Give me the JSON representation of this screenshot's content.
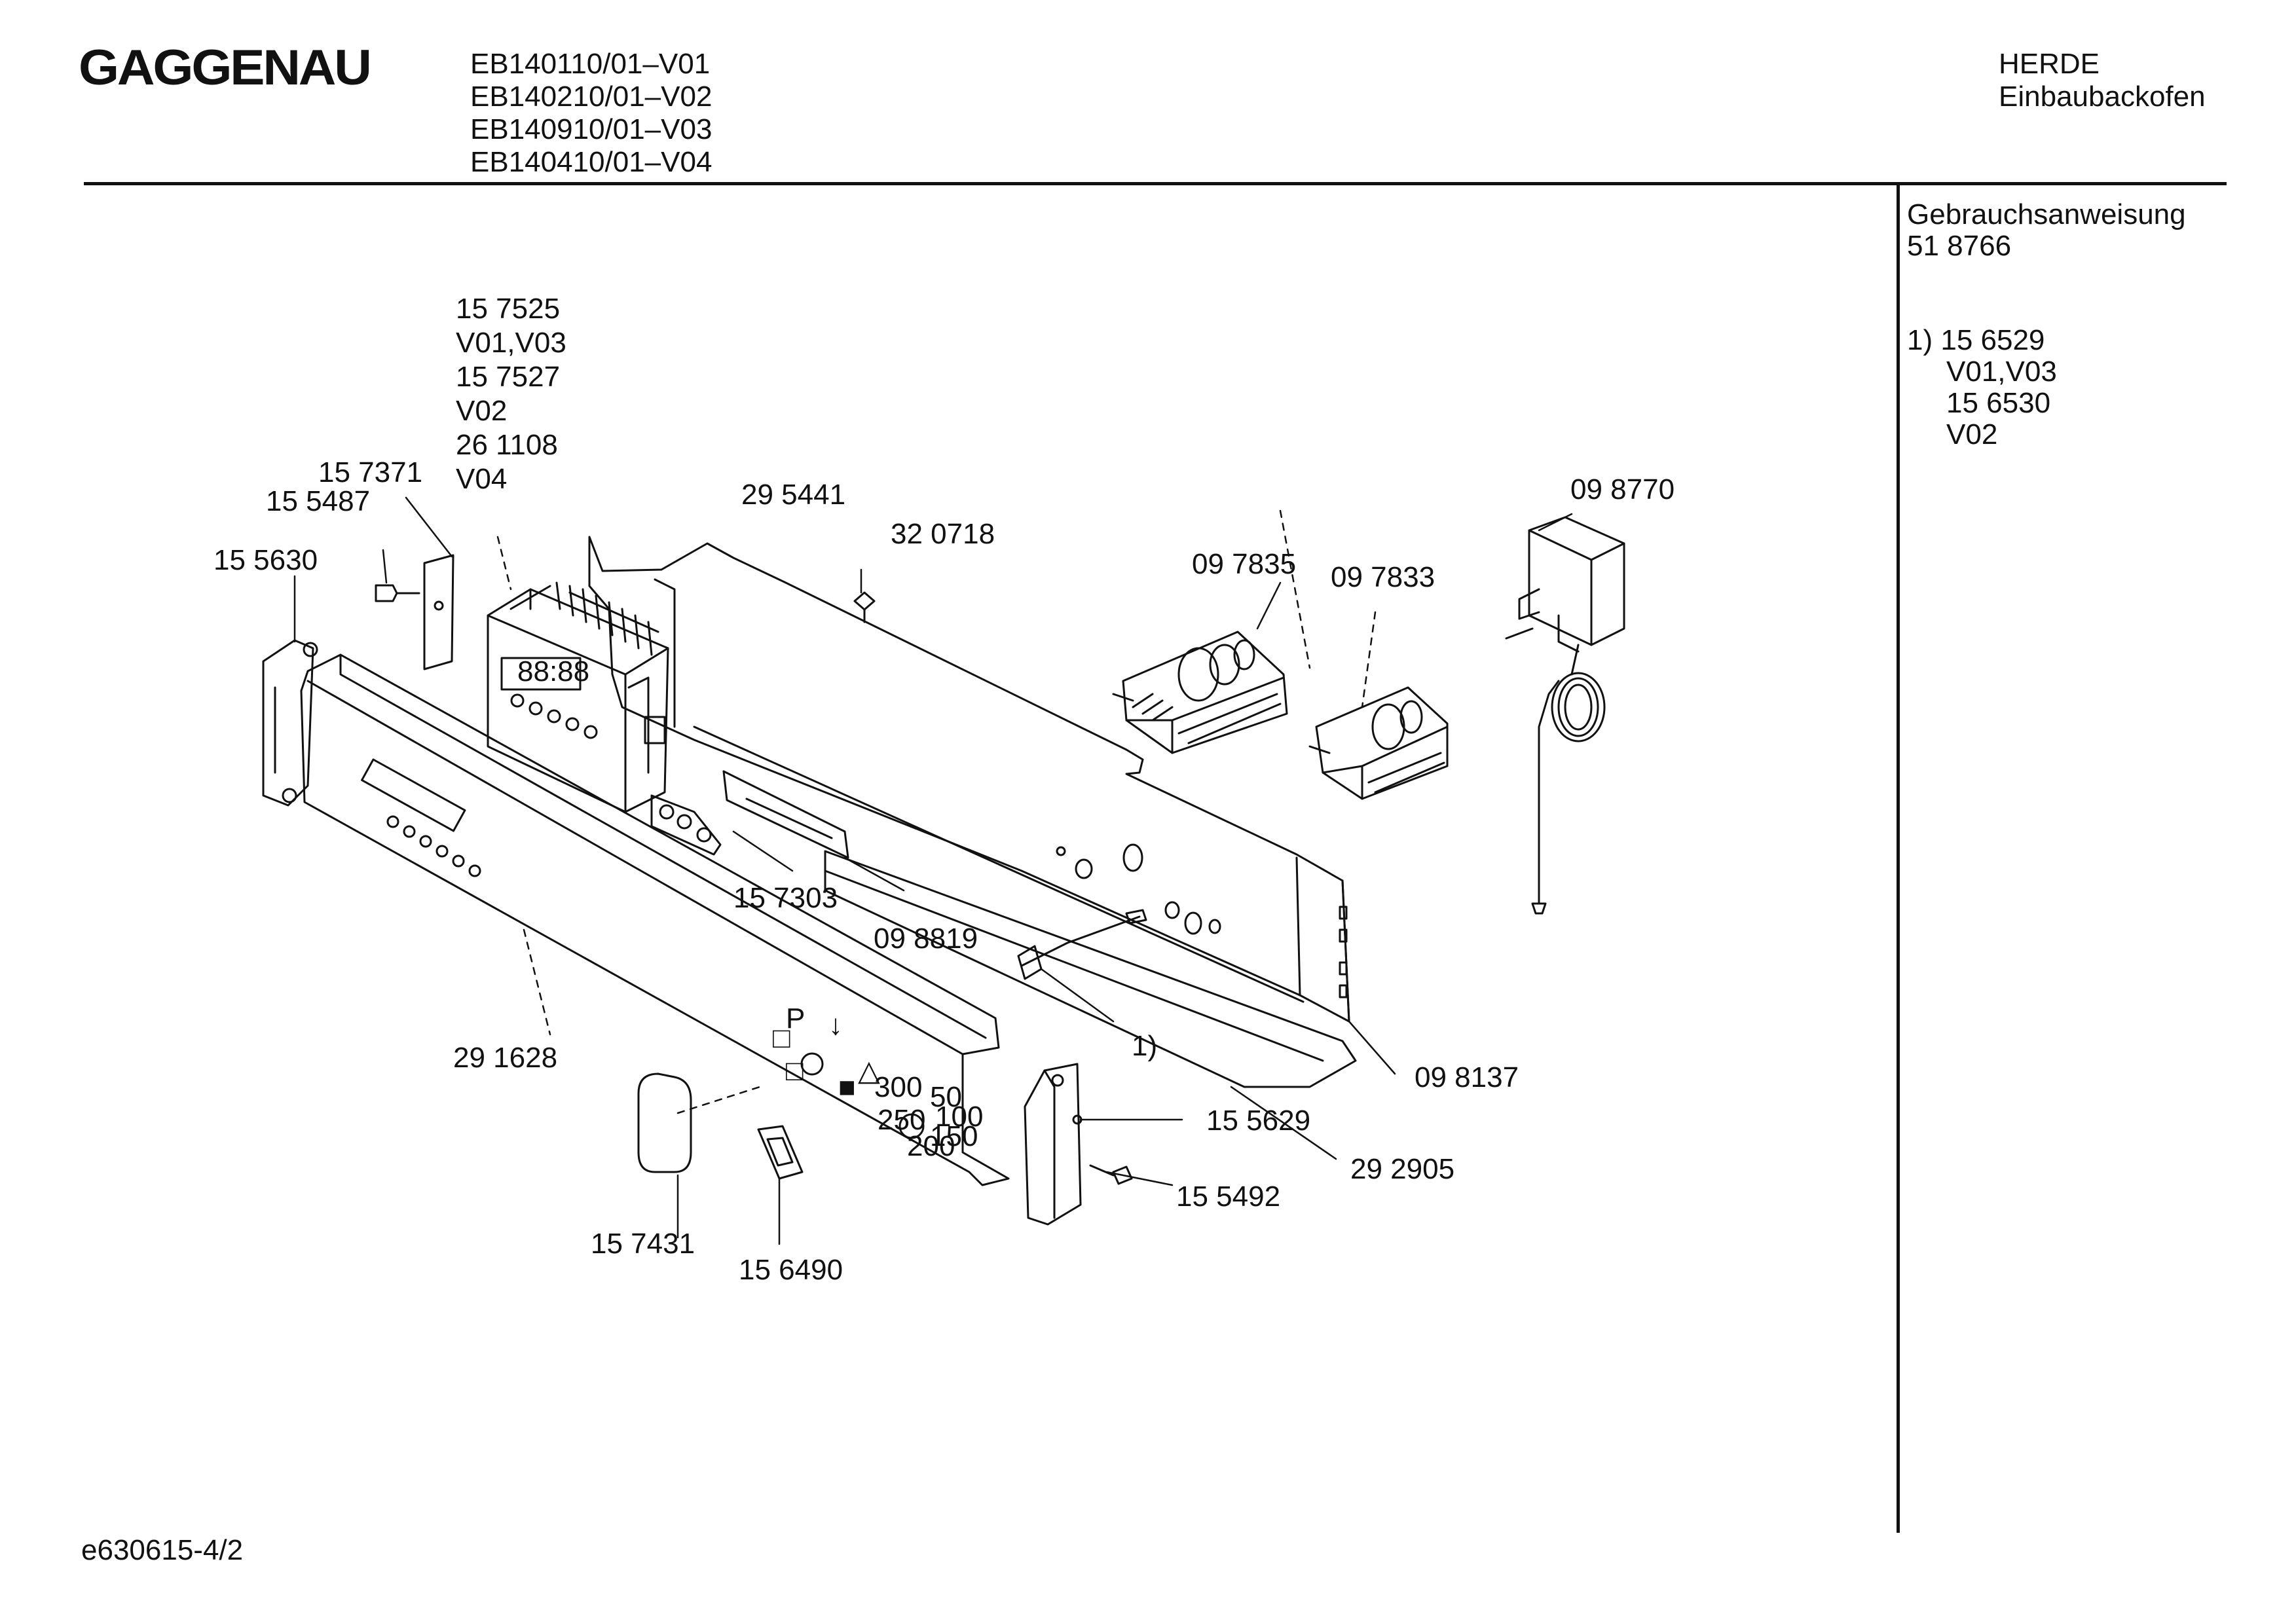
{
  "header": {
    "brand": "GAGGENAU",
    "models": [
      "EB140110/01–V01",
      "EB140210/01–V02",
      "EB140910/01–V03",
      "EB140410/01–V04"
    ],
    "category": "HERDE",
    "subcategory": "Einbaubackofen"
  },
  "sidebar": {
    "manual_label": "Gebrauchsanweisung",
    "manual_number": "51 8766",
    "notes": [
      "1)  15 6529",
      "V01,V03",
      "15 6530",
      "V02"
    ]
  },
  "diagram": {
    "labels": {
      "p157525": "15 7525",
      "v01v03": "V01,V03",
      "p157527": "15 7527",
      "v02": "V02",
      "p261108": "26 1108",
      "v04": "V04",
      "p157371": "15 7371",
      "p155487": "15 5487",
      "p155630": "15 5630",
      "p295441": "29 5441",
      "p320718": "32 0718",
      "p098770": "09 8770",
      "p097835": "09 7835",
      "p097833": "09 7833",
      "p157303": "15 7303",
      "p098819": "09 8819",
      "p291628": "29 1628",
      "note1": "1)",
      "p098137": "09 8137",
      "p155629": "15 5629",
      "p292905": "29 2905",
      "p155492": "15 5492",
      "p157431": "15 7431",
      "p156490": "15 6490"
    },
    "panel_marks": {
      "display": "88:88",
      "symbols": [
        "P",
        "↓",
        "□",
        "△",
        "■",
        "□"
      ],
      "dial": [
        "50",
        "100",
        "150",
        "200",
        "250",
        "300"
      ]
    }
  },
  "footer": {
    "code": "e630615-4/2"
  }
}
